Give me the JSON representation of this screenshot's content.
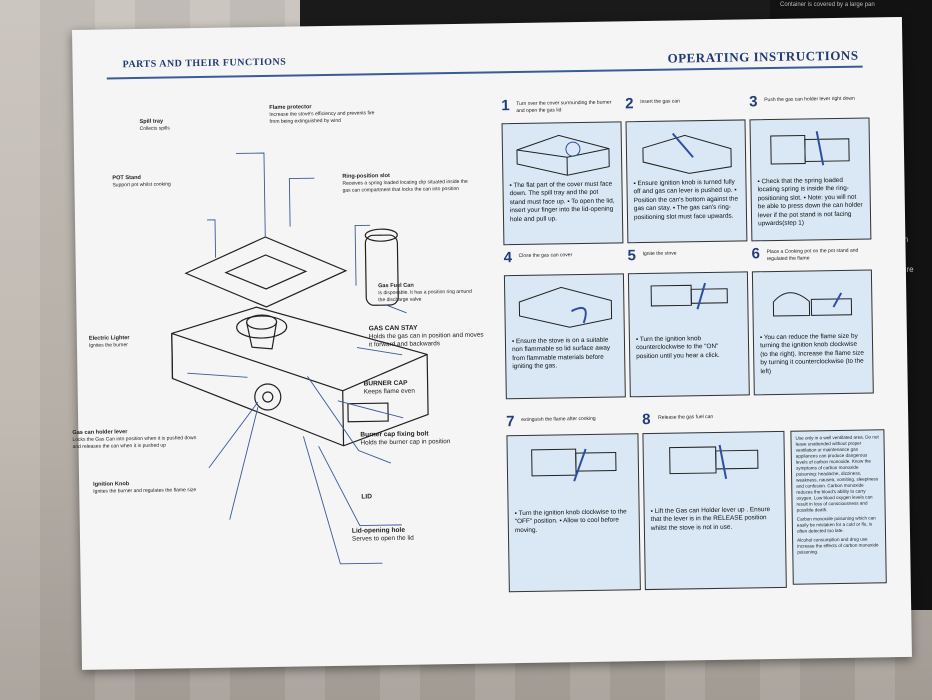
{
  "header": {
    "left": "PARTS AND THEIR FUNCTIONS",
    "right": "OPERATING INSTRUCTIONS"
  },
  "background": {
    "stove_label": "Container is covered by a large pan",
    "side_text_1": "in",
    "side_text_2": "ure",
    "side_text_3": "h"
  },
  "parts": {
    "spill_tray": {
      "title": "Spill tray",
      "desc": "Collects spills"
    },
    "flame_protector": {
      "title": "Flame protector",
      "desc": "Increase the stove's efficiency and prevents fire from being extinguished by wind"
    },
    "pot_stand": {
      "title": "POT Stand",
      "desc": "Support pot whilst cooking"
    },
    "ring_slot": {
      "title": "Ring-position slot",
      "desc": "Receives a spring loaded locating clip situated inside the gas can compartment that locks the can into position"
    },
    "gas_fuel_can": {
      "title": "Gas Fuel Can",
      "desc": "Is disposable. It has a position ring around the discharge valve"
    },
    "gas_can_stay": {
      "title": "GAS CAN STAY",
      "desc": "Holds the gas can in position and moves it forward and backwards"
    },
    "electric_lighter": {
      "title": "Electric Lighter",
      "desc": "Ignites the burner"
    },
    "burner_cap": {
      "title": "BURNER CAP",
      "desc": "Keeps flame even"
    },
    "gas_can_holder_lever": {
      "title": "Gas can holder lever",
      "desc": "Locks the Gas Can into position when it is pushed down and releases the can when it is pushed up"
    },
    "burner_cap_bolt": {
      "title": "Burner cap fixing bolt",
      "desc": "Holds the burner cap in position"
    },
    "ignition_knob": {
      "title": "Ignition Knob",
      "desc": "Ignites the burner and regulates the flame size"
    },
    "lid": {
      "title": "LID",
      "desc": ""
    },
    "lid_hole": {
      "title": "Lid-opening hole",
      "desc": "Serves to open the lid"
    }
  },
  "steps": [
    {
      "num": "1",
      "caption": "Turn over the cover surrounding the burner and open the gas lid",
      "text": "▪ The flat part of the cover must face down. The spill tray and the pot stand must face up. ▪ To open the lid, insert your finger into the lid-opening hole and pull up."
    },
    {
      "num": "2",
      "caption": "Insert the gas can",
      "text": "▪ Ensure ignition knob is turned fully off and gas can lever is pushed up. ▪ Position the can's bottom against the gas can stay. ▪ The gas can's ring-positioning slot must face upwards."
    },
    {
      "num": "3",
      "caption": "Push the gas can holder lever right down",
      "text": "▪ Check that the spring loaded locating spring is inside the ring-positioning slot. ▪ Note: you will not be able to press down the can holder lever if the pot stand is not facing upwards(step 1)"
    },
    {
      "num": "4",
      "caption": "Close the gas can cover",
      "text": "▪ Ensure the stove is on a suitable non flammable so lid surface away from flammable materials before igniting the gas."
    },
    {
      "num": "5",
      "caption": "Ignite the stove",
      "text": "▪ Turn the ignition knob counterclockwise to the \"ON\" position until you hear a click."
    },
    {
      "num": "6",
      "caption": "Place a Cooking pot on the pot stand and regulated the flame",
      "text": "▪ You can reduce the flame size by turning the ignition knob clockwise (to the right). Increase the flame size by turning it counterclockwise (to the left)"
    },
    {
      "num": "7",
      "caption": "extinguish the flame after cooking",
      "text": "▪ Turn the ignition knob clockwise to the \"OFF\" position. ▪ Allow to cool before moving."
    },
    {
      "num": "8",
      "caption": "Release the gas fuel can",
      "text": "▪ Lift the Gas can Holder lever up . Ensure that the lever is in the RELEASE position whilst the stove is not in use."
    }
  ],
  "warning": {
    "p1": "Use only in a well ventilated area. Do not leave unattended without proper ventilation or maintenance gas appliances can produce dangerous levels of carbon monoxide. Know the symptoms of carbon monoxide poisoning: headache, dizziness, weakness, nausea, vomiting, sleepiness and confusion. Carbon monoxide reduces the blood's ability to carry oxygen. Low blood oxygen levels can result in loss of consciousness and possible death.",
    "p2": "Carbon monoxide poisoning which can easily be mistaken for a cold or flu, is often detected too late.",
    "p3": "Alcohol consumption and drug use increase the effects of carbon monoxide poisoning."
  }
}
